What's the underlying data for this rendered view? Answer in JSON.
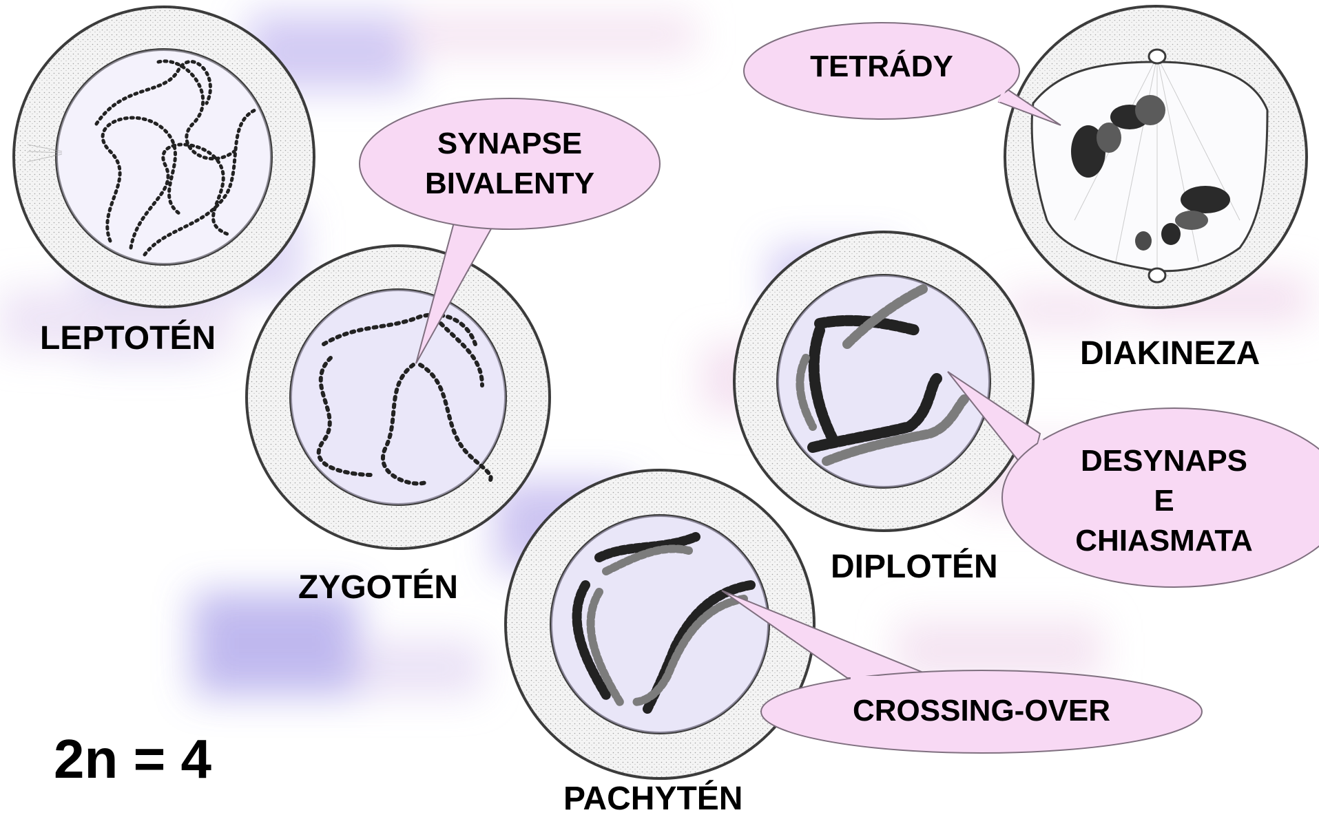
{
  "stages": [
    {
      "id": "leptoten",
      "label": "LEPTOTÉN"
    },
    {
      "id": "zygoten",
      "label": "ZYGOTÉN"
    },
    {
      "id": "pachyten",
      "label": "PACHYTÉN"
    },
    {
      "id": "diploten",
      "label": "DIPLOTÉN"
    },
    {
      "id": "diakineza",
      "label": "DIAKINEZA"
    }
  ],
  "callouts": {
    "tetrady": "TETRÁDY",
    "synapse_line1": "SYNAPSE",
    "synapse_line2": "BIVALENTY",
    "desynapse_line1": "DESYNAPS",
    "desynapse_line2": "E",
    "desynapse_line3": "CHIASMATA",
    "crossing": "CROSSING-OVER"
  },
  "ploidy": "2n = 4",
  "colors": {
    "bubble_fill": "#f8d8f4",
    "bubble_stroke": "#7a6a7a",
    "haze_purple": "#b9b0ee",
    "haze_pink": "#f2d9ee",
    "chromosome": "#1a1a1a"
  }
}
